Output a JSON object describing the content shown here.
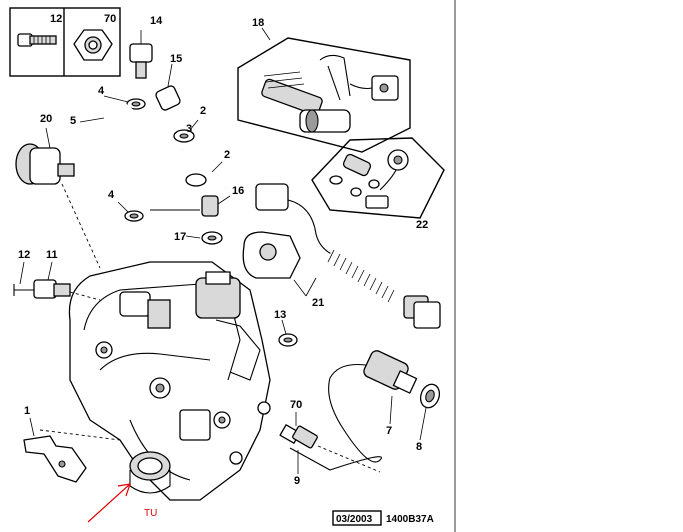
{
  "callouts": {
    "c12_box": "12",
    "c70_box": "70",
    "c14": "14",
    "c15": "15",
    "c4a": "4",
    "c5": "5",
    "c3": "3",
    "c2a": "2",
    "c18": "18",
    "c20": "20",
    "c2b": "2",
    "c4b": "4",
    "c16": "16",
    "c17": "17",
    "c22": "22",
    "c12": "12",
    "c11": "11",
    "c21": "21",
    "c13": "13",
    "c1": "1",
    "c70": "70",
    "c7": "7",
    "c8": "8",
    "c9": "9"
  },
  "footer": {
    "date": "03/2003",
    "ref": "1400B37A"
  },
  "annotation": {
    "text": "TU",
    "color": "#e00000"
  }
}
